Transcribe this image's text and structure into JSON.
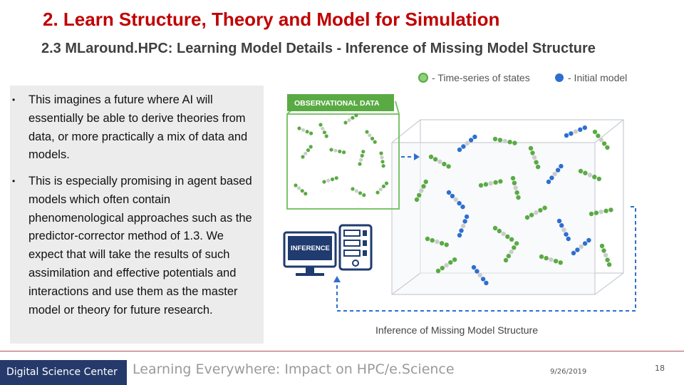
{
  "slide": {
    "title": "2. Learn Structure, Theory and Model for Simulation",
    "subtitle": "2.3 MLaround.HPC: Learning Model Details - Inference of Missing Model Structure"
  },
  "bullets": [
    {
      "symbol": "•",
      "text": "This imagines a future where AI will essentially  be able to derive theories from data, or more practically a mix of data and models."
    },
    {
      "symbol": "•",
      "text": "This is especially promising in agent based models which often contain phenomenological approaches such as the predictor-corrector method of 1.3. We expect that will take the results of such assimilation and effective potentials and interactions and use them as the master model or theory for future research."
    }
  ],
  "figure": {
    "legend": {
      "time_series": "- Time-series of states",
      "initial_model": "- Initial model"
    },
    "observational_data_label": "OBSERVATIONAL DATA",
    "inference_label": "INFERENCE",
    "caption": "Inference of Missing Model Structure",
    "colors": {
      "green": "#5aaa44",
      "blue": "#2d6fcf",
      "grey": "#cccccc",
      "navy": "#1f3b6f"
    }
  },
  "footer": {
    "org": "Digital Science Center",
    "tagline": "Learning Everywhere: Impact on HPC/e.Science",
    "date": "9/26/2019",
    "page": "18"
  }
}
